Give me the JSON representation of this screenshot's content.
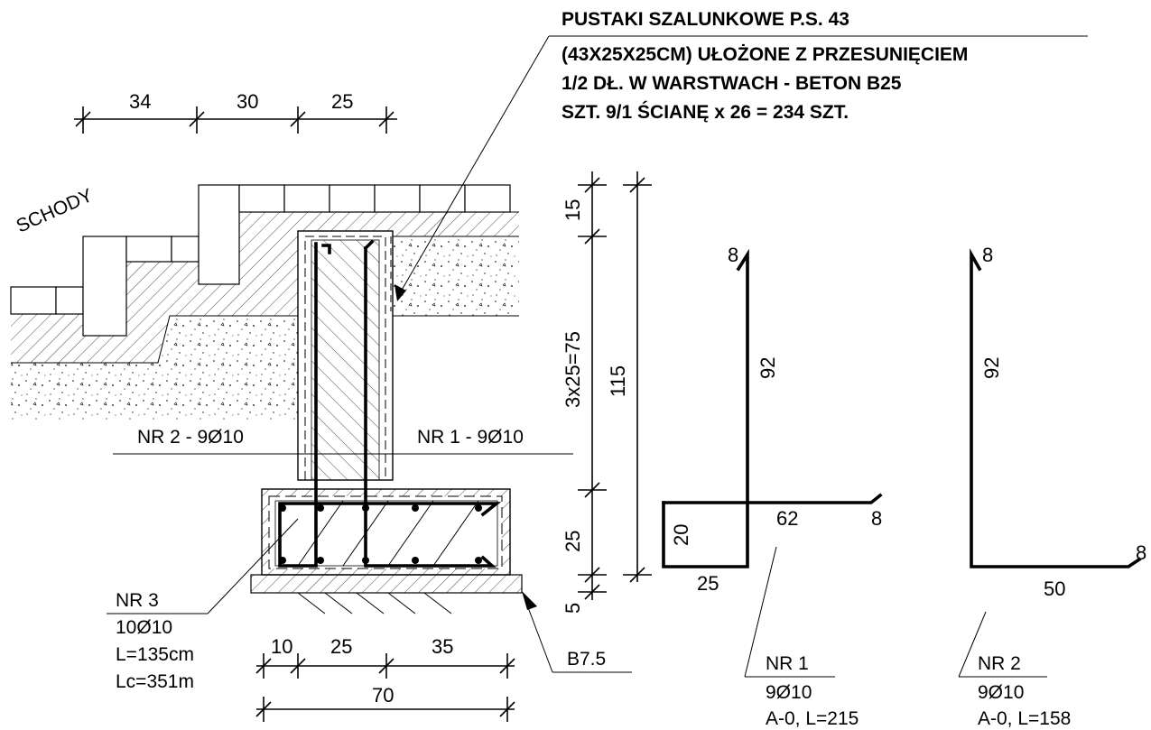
{
  "note": {
    "line1": "PUSTAKI SZALUNKOWE P.S. 43",
    "line2": "(43X25X25CM) UŁOŻONE Z PRZESUNIĘCIEM",
    "line3": "1/2 DŁ. W WARSTWACH - BETON B25",
    "line4": "SZT. 9/1 ŚCIANĘ x 26 = 234 SZT."
  },
  "labels": {
    "schody": "SCHODY",
    "nr2_left": "NR 2 - 9Ø10",
    "nr1_right": "NR 1 - 9Ø10",
    "b75": "B7.5"
  },
  "nr3": {
    "title": "NR 3",
    "count": "10Ø10",
    "length": "L=135cm",
    "total": "Lc=351m"
  },
  "dims_top": [
    "34",
    "30",
    "25"
  ],
  "dims_bottom": {
    "a": "10",
    "b": "25",
    "c": "35",
    "total": "70"
  },
  "dims_vertical": {
    "top": "15",
    "wall": "3x25=75",
    "footing": "25",
    "base": "5",
    "overall": "115"
  },
  "bar1": {
    "hook_top": "8",
    "vertical": "92",
    "horizontal": "62",
    "hook_right": "8",
    "stirrup_h": "20",
    "stirrup_w": "25",
    "title": "NR 1",
    "count": "9Ø10",
    "spec": "A-0, L=215"
  },
  "bar2": {
    "hook_top": "8",
    "vertical": "92",
    "horizontal": "50",
    "hook_right": "8",
    "title": "NR 2",
    "count": "9Ø10",
    "spec": "A-0, L=158"
  }
}
